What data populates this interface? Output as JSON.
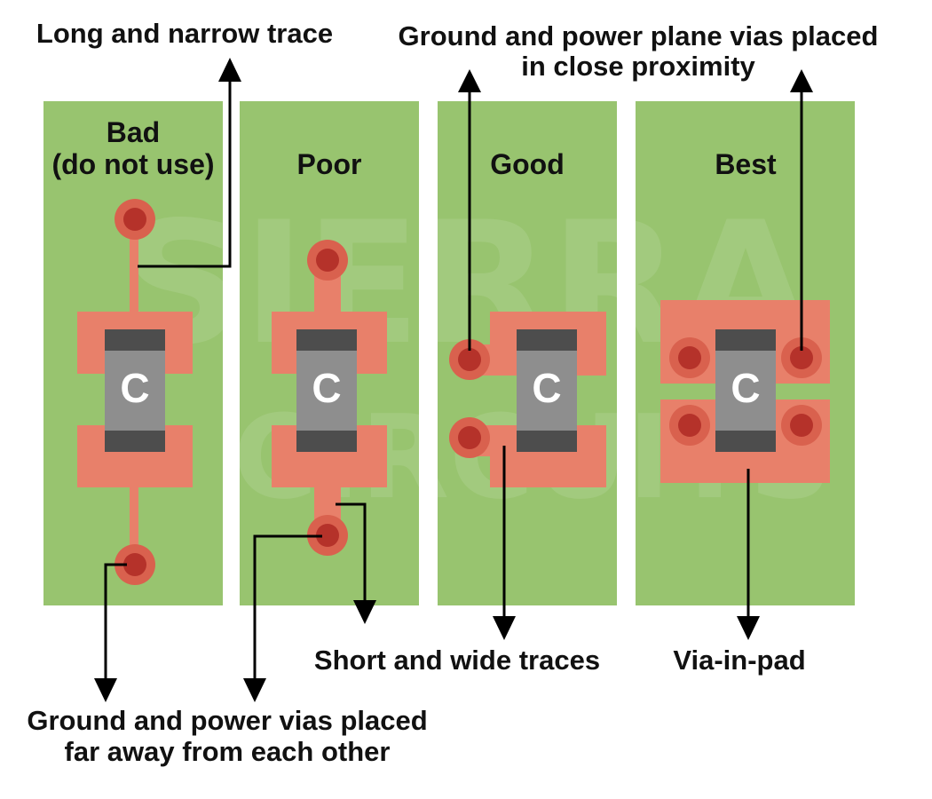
{
  "colors": {
    "board": "#98c46f",
    "copper": "#e8806a",
    "via_ring": "#d9614e",
    "via_center": "#b5322a",
    "cap_body": "#8e8e8e",
    "cap_terminal": "#4d4d4d",
    "line": "#000000"
  },
  "watermark": {
    "line1": "SIERRA",
    "line2": "CIRCUITS"
  },
  "capacitor_label": "C",
  "panels": {
    "bad": {
      "title_line1": "Bad",
      "title_line2": "(do not use)"
    },
    "poor": {
      "title": "Poor"
    },
    "good": {
      "title": "Good"
    },
    "best": {
      "title": "Best"
    }
  },
  "annotations": {
    "long_narrow_trace": "Long and narrow trace",
    "plane_vias_line1": "Ground and power plane vias placed",
    "plane_vias_line2": "in close proximity",
    "short_wide_traces": "Short and wide traces",
    "via_in_pad": "Via-in-pad",
    "far_vias_line1": "Ground and power vias placed",
    "far_vias_line2": "far away from each other"
  }
}
